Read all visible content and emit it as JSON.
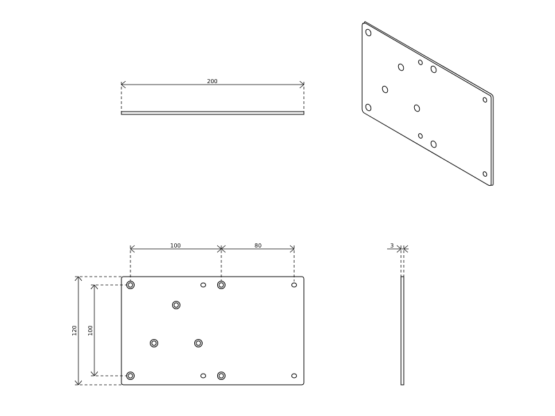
{
  "drawing": {
    "views": [
      "top-edge-view",
      "isometric-view",
      "front-view",
      "side-view"
    ],
    "dimensions": {
      "overall_length": "200",
      "hole_spacing_a": "100",
      "hole_spacing_b": "80",
      "overall_height": "120",
      "hole_spacing_vertical": "100",
      "thickness": "3"
    },
    "line_color": "#000000",
    "background_color": "#ffffff"
  }
}
